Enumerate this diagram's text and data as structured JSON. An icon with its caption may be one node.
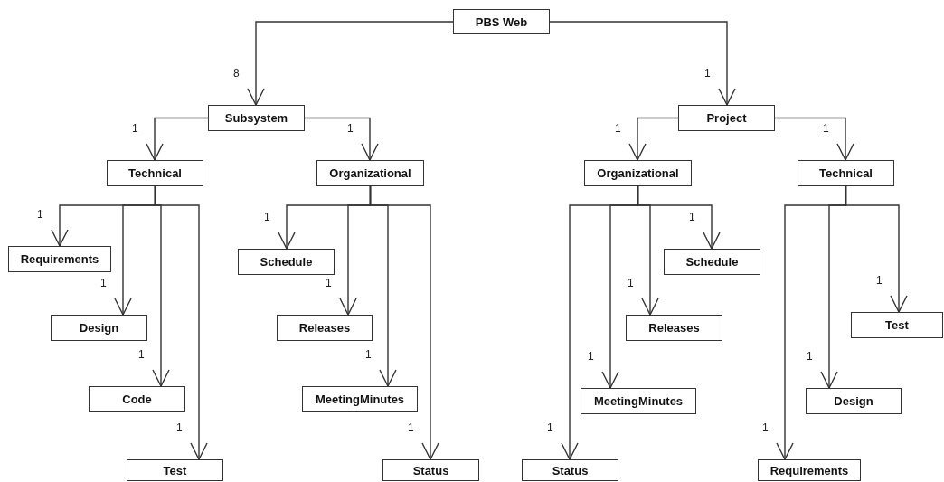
{
  "diagram": {
    "nodes": [
      {
        "text": [
          "PBS Web"
        ]
      },
      {
        "text": [
          "Subsystem"
        ]
      },
      {
        "text": [
          "Project"
        ]
      },
      {
        "text": [
          "Technical"
        ]
      },
      {
        "text": [
          "Organizational"
        ]
      },
      {
        "text": [
          "Organizational"
        ]
      },
      {
        "text": [
          "Technical"
        ]
      },
      {
        "text": [
          "Requirements"
        ]
      },
      {
        "text": [
          "Design"
        ]
      },
      {
        "text": [
          "Code"
        ]
      },
      {
        "text": [
          "Test"
        ]
      },
      {
        "text": [
          "Schedule"
        ]
      },
      {
        "text": [
          "Releases"
        ]
      },
      {
        "text": [
          "MeetingMinutes"
        ]
      },
      {
        "text": [
          "Status"
        ]
      },
      {
        "text": [
          "Status"
        ]
      },
      {
        "text": [
          "MeetingMinutes"
        ]
      },
      {
        "text": [
          "Releases"
        ]
      },
      {
        "text": [
          "Schedule"
        ]
      },
      {
        "text": [
          "Requirements"
        ]
      },
      {
        "text": [
          "Design"
        ]
      },
      {
        "text": [
          "Test"
        ]
      }
    ],
    "edges": [
      {
        "from": 0,
        "to": 1,
        "arrow": "to",
        "label": "8"
      },
      {
        "from": 0,
        "to": 2,
        "arrow": "to",
        "label": "1"
      },
      {
        "from": 1,
        "to": 3,
        "arrow": "to",
        "label": "1"
      },
      {
        "from": 1,
        "to": 4,
        "arrow": "to",
        "label": "1"
      },
      {
        "from": 2,
        "to": 5,
        "arrow": "to",
        "label": "1"
      },
      {
        "from": 2,
        "to": 6,
        "arrow": "to",
        "label": "1"
      },
      {
        "from": 3,
        "to": 7,
        "arrow": "to",
        "label": "1"
      },
      {
        "from": 3,
        "to": 8,
        "arrow": "to",
        "label": "1"
      },
      {
        "from": 3,
        "to": 9,
        "arrow": "to",
        "label": "1"
      },
      {
        "from": 3,
        "to": 10,
        "arrow": "to",
        "label": "1"
      },
      {
        "from": 4,
        "to": 11,
        "arrow": "to",
        "label": "1"
      },
      {
        "from": 4,
        "to": 12,
        "arrow": "to",
        "label": "1"
      },
      {
        "from": 4,
        "to": 13,
        "arrow": "to",
        "label": "1"
      },
      {
        "from": 4,
        "to": 14,
        "arrow": "to",
        "label": "1"
      },
      {
        "from": 5,
        "to": 15,
        "arrow": "to",
        "label": "1"
      },
      {
        "from": 5,
        "to": 16,
        "arrow": "to",
        "label": "1"
      },
      {
        "from": 5,
        "to": 17,
        "arrow": "to",
        "label": "1"
      },
      {
        "from": 5,
        "to": 18,
        "arrow": "to",
        "label": "1"
      },
      {
        "from": 6,
        "to": 19,
        "arrow": "to",
        "label": "1"
      },
      {
        "from": 6,
        "to": 20,
        "arrow": "to",
        "label": "1"
      },
      {
        "from": 6,
        "to": 21,
        "arrow": "to",
        "label": "1"
      }
    ]
  }
}
